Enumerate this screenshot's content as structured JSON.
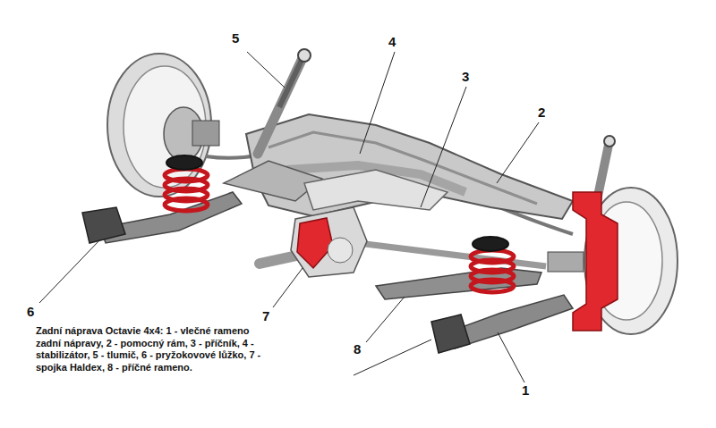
{
  "diagram": {
    "caption": "Zadní náprava Octavie 4x4: 1 - vlečné rameno zadní nápravy, 2 - pomocný rám, 3 - příčník, 4 - stabilizátor, 5 - tlumič, 6 - pryžokovové lůžko, 7 - spojka Haldex, 8 - příčné rameno.",
    "labels": [
      "5",
      "4",
      "3",
      "2",
      "6",
      "7",
      "8",
      "1"
    ]
  }
}
